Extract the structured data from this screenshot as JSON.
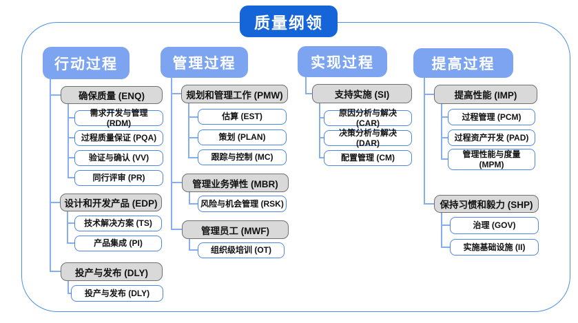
{
  "title": "质量纲领",
  "colors": {
    "title_bg": "#1565d8",
    "header_bg": "#7da4f0",
    "frame_border": "#4a90e2",
    "group_fill": "#d9d9d9",
    "group_border": "#6e6e6e",
    "leaf_border": "#4a86e8",
    "connector": "#85aef2"
  },
  "columns": [
    {
      "header": "行动过程",
      "groups": [
        {
          "label": "确保质量 (ENQ)",
          "children": [
            "需求开发与管理 (RDM)",
            "过程质量保证 (PQA)",
            "验证与确认 (VV)",
            "同行评审 (PR)"
          ]
        },
        {
          "label": "设计和开发产品 (EDP)",
          "children": [
            "技术解决方案 (TS)",
            "产品集成 (PI)"
          ]
        },
        {
          "label": "投产与发布 (DLY)",
          "children": [
            "投产与发布 (DLY)"
          ]
        }
      ]
    },
    {
      "header": "管理过程",
      "groups": [
        {
          "label": "规划和管理工作 (PMW)",
          "children": [
            "估算 (EST)",
            "策划 (PLAN)",
            "跟踪与控制 (MC)"
          ]
        },
        {
          "label": "管理业务弹性 (MBR)",
          "children": [
            "风险与机会管理 (RSK)"
          ]
        },
        {
          "label": "管理员工 (MWF)",
          "children": [
            "组织级培训 (OT)"
          ]
        }
      ]
    },
    {
      "header": "实现过程",
      "groups": [
        {
          "label": "支持实施 (SI)",
          "children": [
            "原因分析与解决 (CAR)",
            "决策分析与解决 (DAR)",
            "配置管理 (CM)"
          ]
        }
      ]
    },
    {
      "header": "提高过程",
      "groups": [
        {
          "label": "提高性能 (IMP)",
          "children": [
            "过程管理 (PCM)",
            "过程资产开发 (PAD)",
            "管理性能与度量 (MPM)"
          ]
        },
        {
          "label": "保持习惯和毅力 (SHP)",
          "children": [
            "治理 (GOV)",
            "实施基础设施 (II)"
          ]
        }
      ]
    }
  ]
}
